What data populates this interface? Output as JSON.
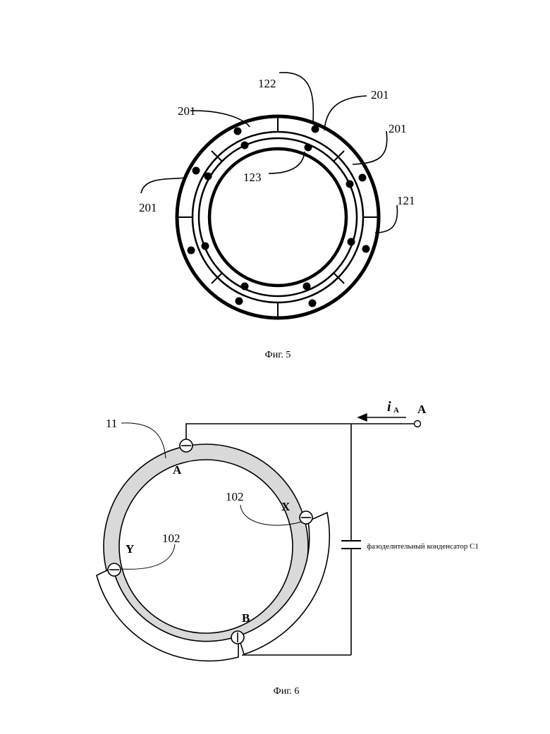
{
  "fig5": {
    "caption": "Фиг. 5",
    "labels": {
      "l122": "122",
      "l201_top_left": "201",
      "l201_top_right": "201",
      "l201_right": "201",
      "l201_left": "201",
      "l123": "123",
      "l121": "121"
    }
  },
  "fig6": {
    "caption": "Фиг. 6",
    "labels": {
      "ring": "11",
      "terminal_top": "A",
      "current": "i",
      "current_sub": "A",
      "input": "A",
      "x": "X",
      "y": "Y",
      "b": "B",
      "slot_x": "102",
      "slot_y": "102",
      "capacitor": "фазоделительный конденсатор С1"
    }
  }
}
